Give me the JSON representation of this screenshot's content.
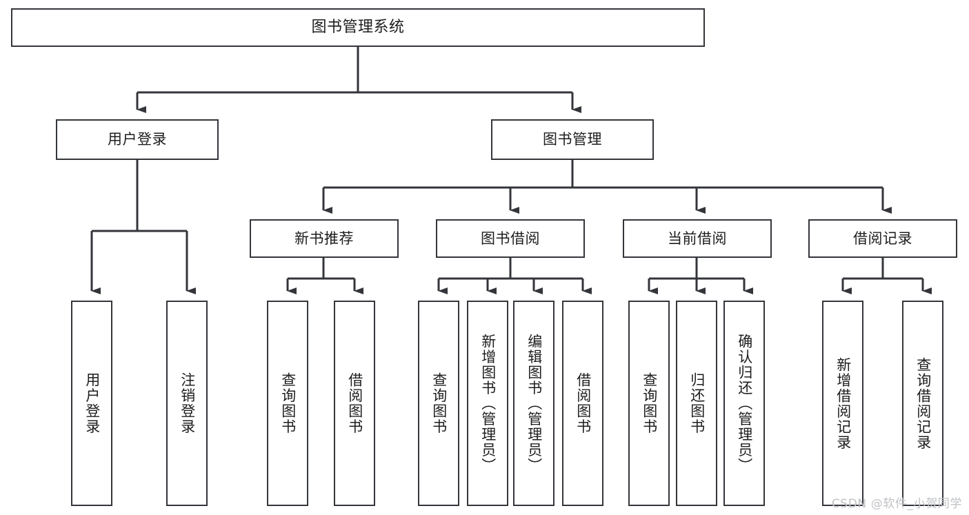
{
  "diagram": {
    "title": "图书管理系统",
    "type": "tree",
    "root": {
      "label": "图书管理系统"
    },
    "level2": [
      {
        "label": "用户登录"
      },
      {
        "label": "图书管理"
      }
    ],
    "level3": [
      {
        "label": "新书推荐"
      },
      {
        "label": "图书借阅"
      },
      {
        "label": "当前借阅"
      },
      {
        "label": "借阅记录"
      }
    ],
    "leaves": {
      "user_login": [
        {
          "label": "用户登录"
        },
        {
          "label": "注销登录"
        }
      ],
      "new_book_recommend": [
        {
          "label": "查询图书"
        },
        {
          "label": "借阅图书"
        }
      ],
      "book_borrow": [
        {
          "label": "查询图书"
        },
        {
          "label": "新增图书（管理员）"
        },
        {
          "label": "编辑图书（管理员）"
        },
        {
          "label": "借阅图书"
        }
      ],
      "current_borrow": [
        {
          "label": "查询图书"
        },
        {
          "label": "归还图书"
        },
        {
          "label": "确认归还（管理员）"
        }
      ],
      "borrow_record": [
        {
          "label": "新增借阅记录"
        },
        {
          "label": "查询借阅记录"
        }
      ]
    }
  },
  "watermark": {
    "text": "CSDN @软件_小贺同学"
  },
  "colors": {
    "stroke": "#33353a",
    "background": "#ffffff",
    "text": "#1d1d1f",
    "watermark": "#bfc1c4"
  }
}
